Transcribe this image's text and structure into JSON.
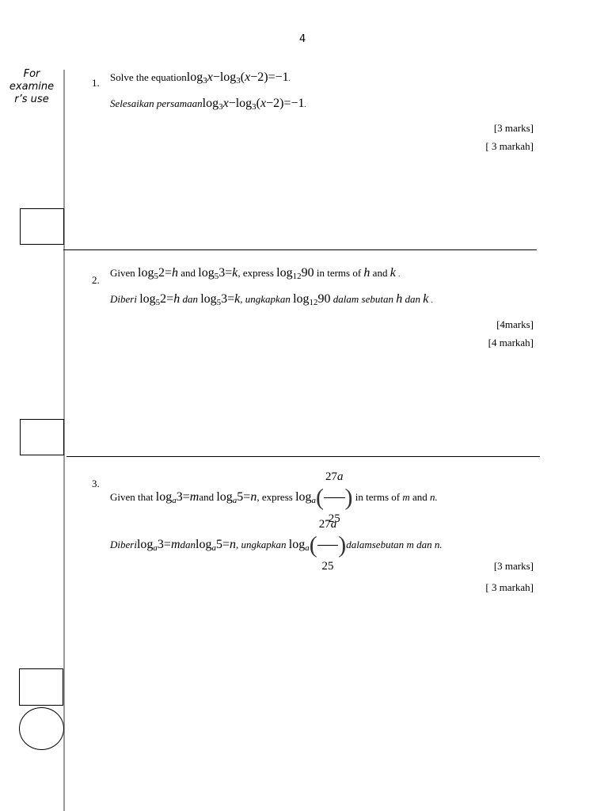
{
  "page": {
    "number": "4"
  },
  "examiner": {
    "label_line1": "For",
    "label_line2": "examine",
    "label_line3": "r’s use"
  },
  "q1": {
    "num": "1.",
    "en_text": "Solve the equation",
    "eq": "log₃x − log₃(x − 2) = −1",
    "eq_end": ".",
    "ms_text": "Selesaikan persamaan",
    "marks_en": "[3 marks]",
    "marks_ms": "[ 3 markah]"
  },
  "q2": {
    "num": "2.",
    "given": "Given",
    "and": "and",
    "express": ", express",
    "in_terms_of": "in terms of",
    "and2": "and",
    "end": ".",
    "diberi": "Diberi",
    "dan": "dan",
    "ungkapkan": ", ungkapkan",
    "dalam_sebutan": "dalam sebutan",
    "dan2": "dan",
    "marks_en": "[4marks]",
    "marks_ms": "[4 markah]"
  },
  "q3": {
    "num": "3.",
    "given_that": "Given that",
    "and": "and",
    "express": ", express",
    "in_terms_of": "in terms of",
    "m": "m",
    "and2": "and",
    "n": "n.",
    "diberi": "Diberi",
    "dan": "dan",
    "ungkapkan": ", ungkapkan",
    "dalamsebutan": "dalamsebutan",
    "m_ms": "m",
    "dan2": "dan",
    "n_ms": "n.",
    "marks_en": "[3 marks]",
    "marks_ms": "[ 3 markah]"
  }
}
